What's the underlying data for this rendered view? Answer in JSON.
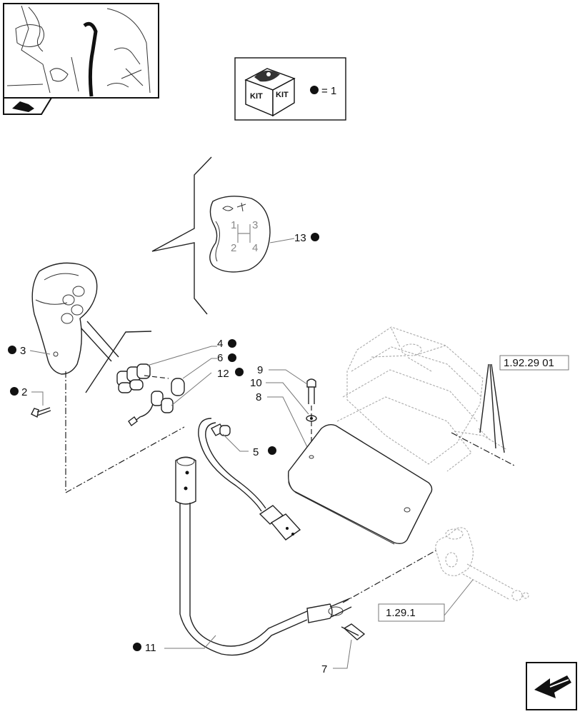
{
  "kit_box": {
    "kit_text_left": "KIT",
    "kit_text_right": "KIT",
    "legend_text": "= 1"
  },
  "callouts": {
    "c13": "13",
    "c3": "3",
    "c2": "2",
    "c4": "4",
    "c6": "6",
    "c12": "12",
    "c9": "9",
    "c10": "10",
    "c8": "8",
    "c5": "5",
    "c11": "11",
    "c7": "7",
    "ref_19229": "1.92.29 01",
    "ref_1291": "1.29.1"
  },
  "knob_label": {
    "n1": "1",
    "n2": "2",
    "n3": "3",
    "n4": "4"
  },
  "icons": [
    "kit-box-icon",
    "bullet-icon",
    "nav-arrow-icon",
    "locator-thumbnail"
  ],
  "colors": {
    "ink": "#111111",
    "ghost": "#aaaaaa",
    "leader": "#777777"
  }
}
